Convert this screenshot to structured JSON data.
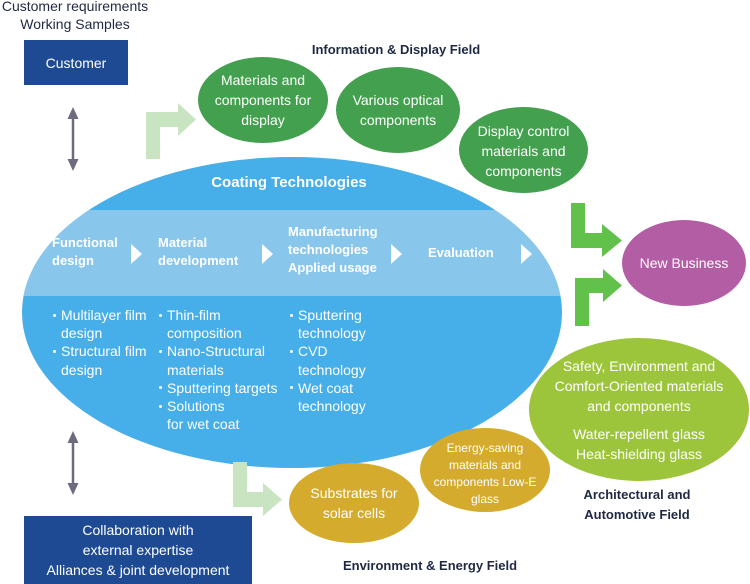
{
  "colors": {
    "navy": "#1d4a93",
    "label_text": "#1f2942",
    "coating_blue": "#46aee8",
    "band_blue": "#89c6eb",
    "field_green": "#43a04e",
    "pale_green": "#c9e4c1",
    "bright_green": "#62c14a",
    "purple": "#b35ea4",
    "lime": "#9dc53c",
    "gold": "#d4ab2c",
    "arrow_gray": "#6d6c7f"
  },
  "icons": {
    "link_arrow": "double-headed-arrow-icon",
    "flow_arrow": "l-shaped-arrow-icon",
    "step_arrow": "triangle-right-icon"
  },
  "customer": {
    "note": "Customer requirements\nWorking Samples",
    "label": "Customer"
  },
  "collaboration": {
    "label": "Collaboration with\nexternal expertise\nAlliances & joint development"
  },
  "information_display_field": {
    "title": "Information & Display Field",
    "items": [
      "Materials and\ncomponents for\ndisplay",
      "Various optical\ncomponents",
      "Display control\nmaterials and\ncomponents"
    ]
  },
  "coating": {
    "title": "Coating Technologies",
    "steps": [
      "Functional\ndesign",
      "Material\ndevelopment",
      "Manufacturing\ntechnologies\nApplied usage",
      "Evaluation"
    ],
    "columns": [
      [
        "Multilayer film\ndesign",
        "Structural film\ndesign"
      ],
      [
        "Thin-film\ncomposition",
        "Nano-Structural\nmaterials",
        "Sputtering targets",
        "Solutions\nfor wet coat"
      ],
      [
        "Sputtering\ntechnology",
        "CVD\ntechnology",
        "Wet coat\ntechnology"
      ]
    ]
  },
  "new_business": {
    "label": "New Business"
  },
  "architectural_automotive_field": {
    "title": "Architectural and\nAutomotive Field",
    "materials": "Safety, Environment and\nComfort-Oriented materials\nand components",
    "products": "Water-repellent glass\nHeat-shielding glass"
  },
  "environment_energy_field": {
    "title": "Environment & Energy Field",
    "items": [
      "Energy-saving\nmaterials and\ncomponents Low-E\nglass",
      "Substrates for\nsolar cells"
    ]
  }
}
